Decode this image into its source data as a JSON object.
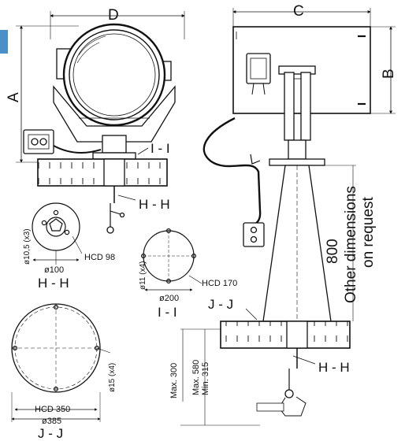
{
  "accent_color": "#4a90c8",
  "dims": {
    "A": "A",
    "B": "B",
    "C": "C",
    "D": "D"
  },
  "note": {
    "value": "800",
    "line1": "Other dimensions",
    "line2": "on request"
  },
  "section_II": "I - I",
  "section_HH_upper": "H - H",
  "section_HH_lower": "H - H",
  "section_JJ_upper": "J - J",
  "flange_HH": {
    "holes": "ø10,5 (x3)",
    "dia": "ø100",
    "hcd": "HCD 98",
    "title": "H - H"
  },
  "flange_II": {
    "holes": "ø11 (x4)",
    "dia": "ø200",
    "hcd": "HCD 170",
    "title": "I - I"
  },
  "flange_JJ": {
    "holes": "ø15 (x4)",
    "hcd": "HCD 350",
    "dia": "ø385",
    "title": "J - J"
  },
  "heights": {
    "max300": "Max. 300",
    "max580": "Max. 580",
    "min315": "Min. 315"
  }
}
